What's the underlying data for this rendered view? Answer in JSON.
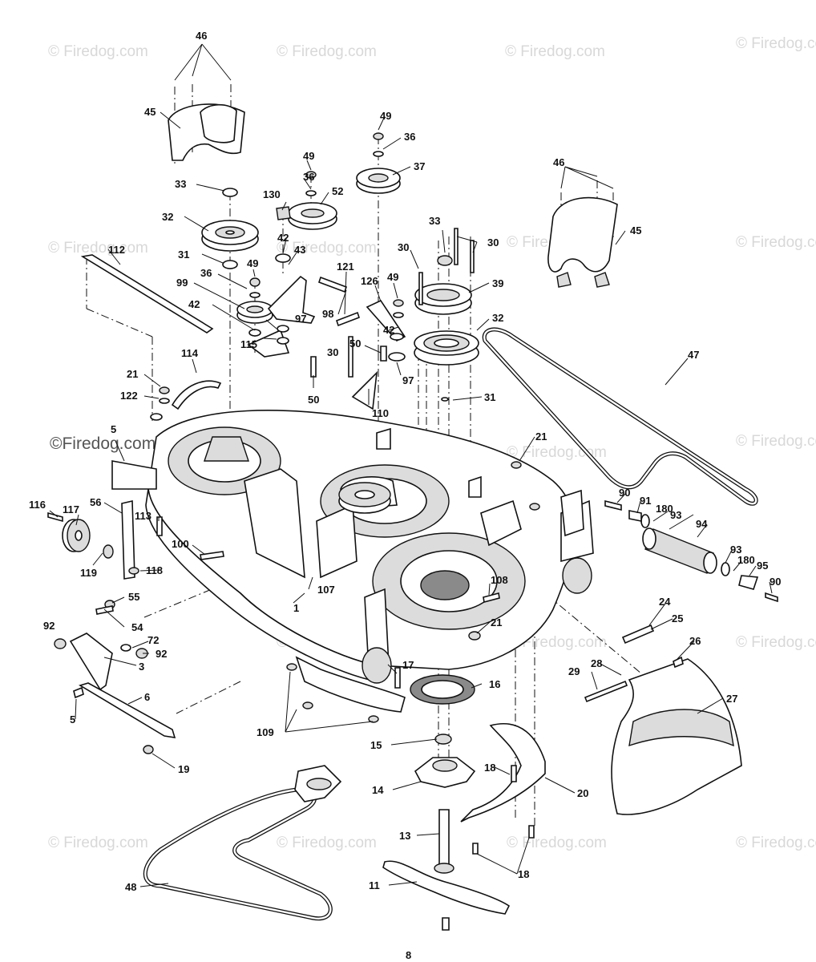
{
  "watermark": {
    "text": "© Firedog.com",
    "bold_text": "©Firedog.com"
  },
  "callouts": [
    {
      "id": "c46a",
      "label": "46"
    },
    {
      "id": "c45a",
      "label": "45"
    },
    {
      "id": "c33a",
      "label": "33"
    },
    {
      "id": "c32a",
      "label": "32"
    },
    {
      "id": "c31a",
      "label": "31"
    },
    {
      "id": "c36a",
      "label": "36"
    },
    {
      "id": "c99",
      "label": "99"
    },
    {
      "id": "c42a",
      "label": "42"
    },
    {
      "id": "c42b",
      "label": "42"
    },
    {
      "id": "c49a",
      "label": "49"
    },
    {
      "id": "c130",
      "label": "130"
    },
    {
      "id": "c49b",
      "label": "49"
    },
    {
      "id": "c36b",
      "label": "36"
    },
    {
      "id": "c52",
      "label": "52"
    },
    {
      "id": "c43",
      "label": "43"
    },
    {
      "id": "c97a",
      "label": "97"
    },
    {
      "id": "c115",
      "label": "115"
    },
    {
      "id": "c98",
      "label": "98"
    },
    {
      "id": "c121",
      "label": "121"
    },
    {
      "id": "c50a",
      "label": "50"
    },
    {
      "id": "c49c",
      "label": "49"
    },
    {
      "id": "c36c",
      "label": "36"
    },
    {
      "id": "c37",
      "label": "37"
    },
    {
      "id": "c112",
      "label": "112"
    },
    {
      "id": "c114",
      "label": "114"
    },
    {
      "id": "c21a",
      "label": "21"
    },
    {
      "id": "c122",
      "label": "122"
    },
    {
      "id": "c5a",
      "label": "5"
    },
    {
      "id": "c30a",
      "label": "30"
    },
    {
      "id": "c30b",
      "label": "30"
    },
    {
      "id": "c30c",
      "label": "30"
    },
    {
      "id": "c33b",
      "label": "33"
    },
    {
      "id": "c126",
      "label": "126"
    },
    {
      "id": "c49d",
      "label": "49"
    },
    {
      "id": "c42c",
      "label": "42"
    },
    {
      "id": "c39",
      "label": "39"
    },
    {
      "id": "c32b",
      "label": "32"
    },
    {
      "id": "c50b",
      "label": "50"
    },
    {
      "id": "c97b",
      "label": "97"
    },
    {
      "id": "c110",
      "label": "110"
    },
    {
      "id": "c31b",
      "label": "31"
    },
    {
      "id": "c46b",
      "label": "46"
    },
    {
      "id": "c45b",
      "label": "45"
    },
    {
      "id": "c47",
      "label": "47"
    },
    {
      "id": "c21b",
      "label": "21"
    },
    {
      "id": "c116",
      "label": "116"
    },
    {
      "id": "c117",
      "label": "117"
    },
    {
      "id": "c56",
      "label": "56"
    },
    {
      "id": "c113",
      "label": "113"
    },
    {
      "id": "c100",
      "label": "100"
    },
    {
      "id": "c119",
      "label": "119"
    },
    {
      "id": "c118",
      "label": "118"
    },
    {
      "id": "c90a",
      "label": "90"
    },
    {
      "id": "c91",
      "label": "91"
    },
    {
      "id": "c180a",
      "label": "180"
    },
    {
      "id": "c93a",
      "label": "93"
    },
    {
      "id": "c94",
      "label": "94"
    },
    {
      "id": "c93b",
      "label": "93"
    },
    {
      "id": "c180b",
      "label": "180"
    },
    {
      "id": "c95",
      "label": "95"
    },
    {
      "id": "c90b",
      "label": "90"
    },
    {
      "id": "c108",
      "label": "108"
    },
    {
      "id": "c1",
      "label": "1"
    },
    {
      "id": "c107",
      "label": "107"
    },
    {
      "id": "c21c",
      "label": "21"
    },
    {
      "id": "c24",
      "label": "24"
    },
    {
      "id": "c25",
      "label": "25"
    },
    {
      "id": "c26",
      "label": "26"
    },
    {
      "id": "c55",
      "label": "55"
    },
    {
      "id": "c54",
      "label": "54"
    },
    {
      "id": "c92a",
      "label": "92"
    },
    {
      "id": "c72",
      "label": "72"
    },
    {
      "id": "c92b",
      "label": "92"
    },
    {
      "id": "c3",
      "label": "3"
    },
    {
      "id": "c17",
      "label": "17"
    },
    {
      "id": "c16",
      "label": "16"
    },
    {
      "id": "c28",
      "label": "28"
    },
    {
      "id": "c29",
      "label": "29"
    },
    {
      "id": "c27",
      "label": "27"
    },
    {
      "id": "c6",
      "label": "6"
    },
    {
      "id": "c5b",
      "label": "5"
    },
    {
      "id": "c109",
      "label": "109"
    },
    {
      "id": "c15",
      "label": "15"
    },
    {
      "id": "c19",
      "label": "19"
    },
    {
      "id": "c18a",
      "label": "18"
    },
    {
      "id": "c14",
      "label": "14"
    },
    {
      "id": "c20",
      "label": "20"
    },
    {
      "id": "c13",
      "label": "13"
    },
    {
      "id": "c18b",
      "label": "18"
    },
    {
      "id": "c48",
      "label": "48"
    },
    {
      "id": "c11",
      "label": "11"
    },
    {
      "id": "c8",
      "label": "8"
    }
  ]
}
